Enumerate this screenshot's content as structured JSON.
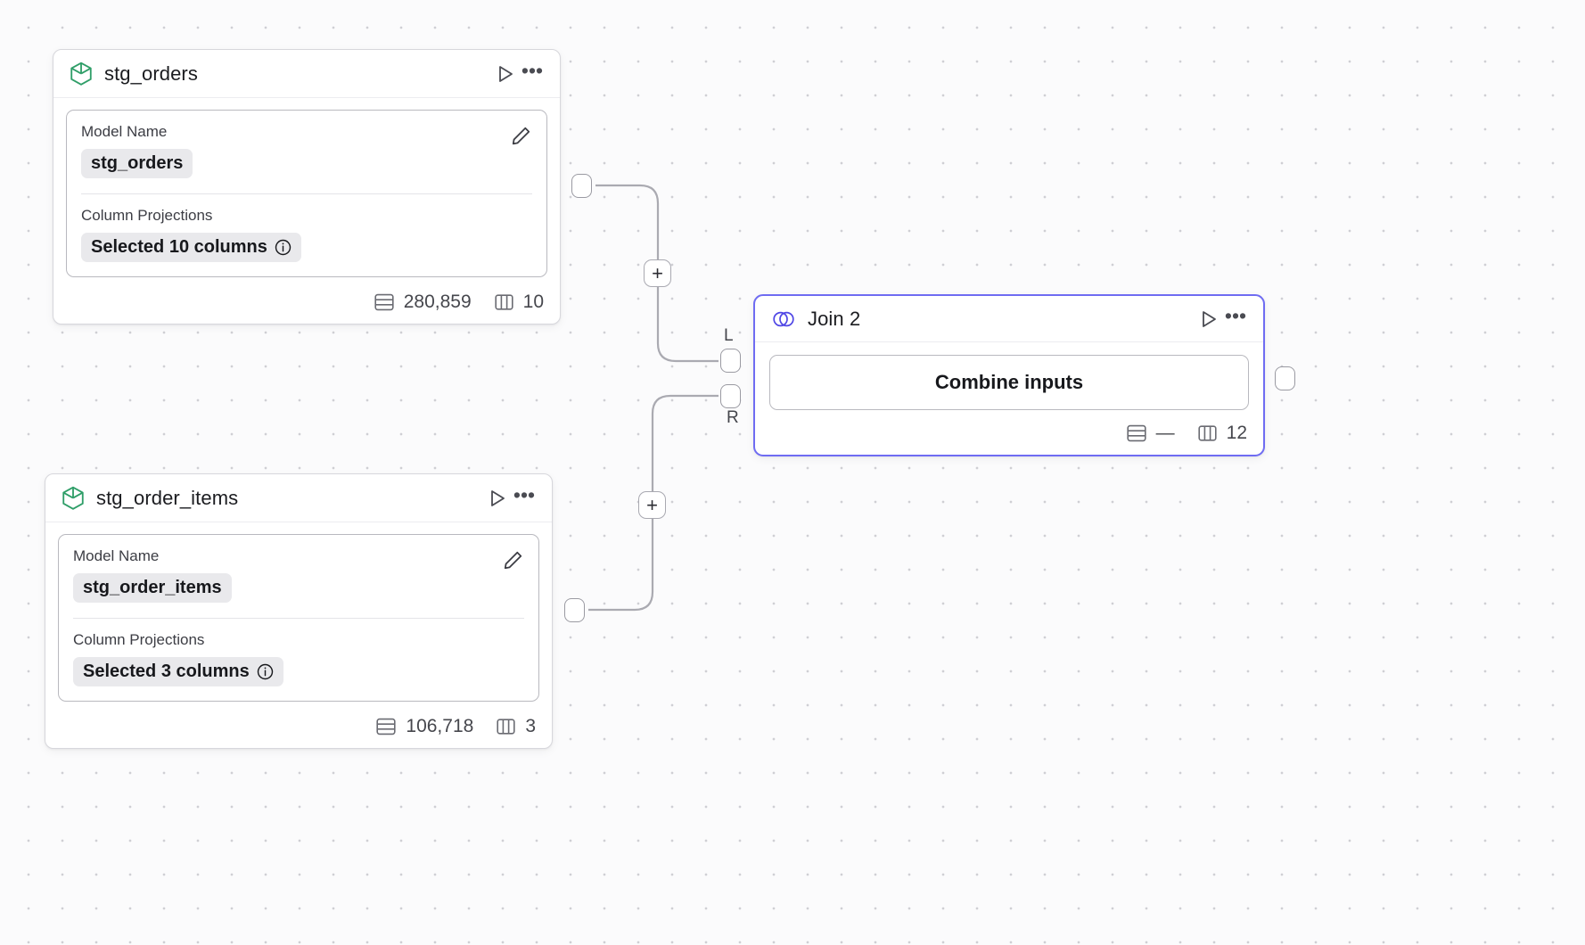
{
  "canvas": {
    "grid": "dot-grid",
    "background_color": "#fbfbfc",
    "dot_color": "#cfcfd4",
    "accent_color": "#6f6cf2"
  },
  "nodes": [
    {
      "id": "stg_orders",
      "title": "stg_orders",
      "icon": "cube-icon",
      "icon_color": "#2f9e68",
      "run_label": "▷",
      "menu_label": "•••",
      "fields": [
        {
          "label": "Model Name",
          "value": "stg_orders",
          "has_info": false
        },
        {
          "label": "Column Projections",
          "value": "Selected 10 columns",
          "has_info": true
        }
      ],
      "edit_icon": "pencil-icon",
      "stats": {
        "rows": "280,859",
        "columns": "10"
      }
    },
    {
      "id": "stg_order_items",
      "title": "stg_order_items",
      "icon": "cube-icon",
      "icon_color": "#2f9e68",
      "run_label": "▷",
      "menu_label": "•••",
      "fields": [
        {
          "label": "Model Name",
          "value": "stg_order_items",
          "has_info": false
        },
        {
          "label": "Column Projections",
          "value": "Selected 3 columns",
          "has_info": true
        }
      ],
      "edit_icon": "pencil-icon",
      "stats": {
        "rows": "106,718",
        "columns": "3"
      }
    },
    {
      "id": "join_2",
      "title": "Join 2",
      "icon": "venn-join-icon",
      "icon_color": "#4f46e5",
      "run_label": "▷",
      "menu_label": "•••",
      "body_label": "Combine inputs",
      "selected": true,
      "input_port_labels": [
        "L",
        "R"
      ],
      "stats": {
        "rows": "—",
        "columns": "12"
      }
    }
  ],
  "edge_buttons": [
    {
      "label": "+",
      "name": "add-node-on-edge-top"
    },
    {
      "label": "+",
      "name": "add-node-on-edge-bottom"
    }
  ]
}
